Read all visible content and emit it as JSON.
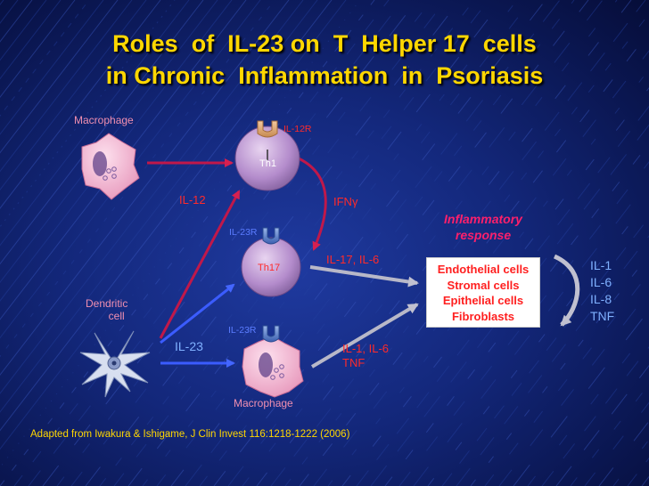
{
  "title": {
    "line1": "Roles  of  IL-23 on  T  Helper 17  cells",
    "line2": "in Chronic  Inflammation  in  Psoriasis"
  },
  "cells": {
    "macrophage_top": "Macrophage",
    "th1": "Th1",
    "th17": "Th17",
    "dendritic_line1": "Dendritic",
    "dendritic_line2": "cell",
    "macrophage_bottom": "Macrophage"
  },
  "receptors": {
    "il12r": "IL-12R",
    "il23r_th17": "IL-23R",
    "il23r_macrophage": "IL-23R"
  },
  "signals": {
    "il12": "IL-12",
    "il23": "IL-23",
    "ifn_gamma": "IFNγ",
    "il17_il6": "IL-17, IL-6",
    "il1_il6_line1": "IL-1, IL-6",
    "il1_il6_line2": "TNF"
  },
  "inflammatory_response": {
    "line1": "Inflammatory",
    "line2": "response"
  },
  "effector_cells": [
    "Endothelial cells",
    "Stromal cells",
    "Epithelial cells",
    "Fibroblasts"
  ],
  "cytokines_out": [
    "IL-1",
    "IL-6",
    "IL-8",
    "TNF"
  ],
  "citation": "Adapted from Iwakura & Ishigame, J Clin Invest 116:1218-1222 (2006)",
  "colors": {
    "title": "#ffd700",
    "red_arrow": "#c0184a",
    "blue_arrow": "#3b5cff",
    "gray_arrow": "#b8b8c8",
    "cell_pink": "#f0aac8",
    "cell_th": "#c9a6d6"
  }
}
